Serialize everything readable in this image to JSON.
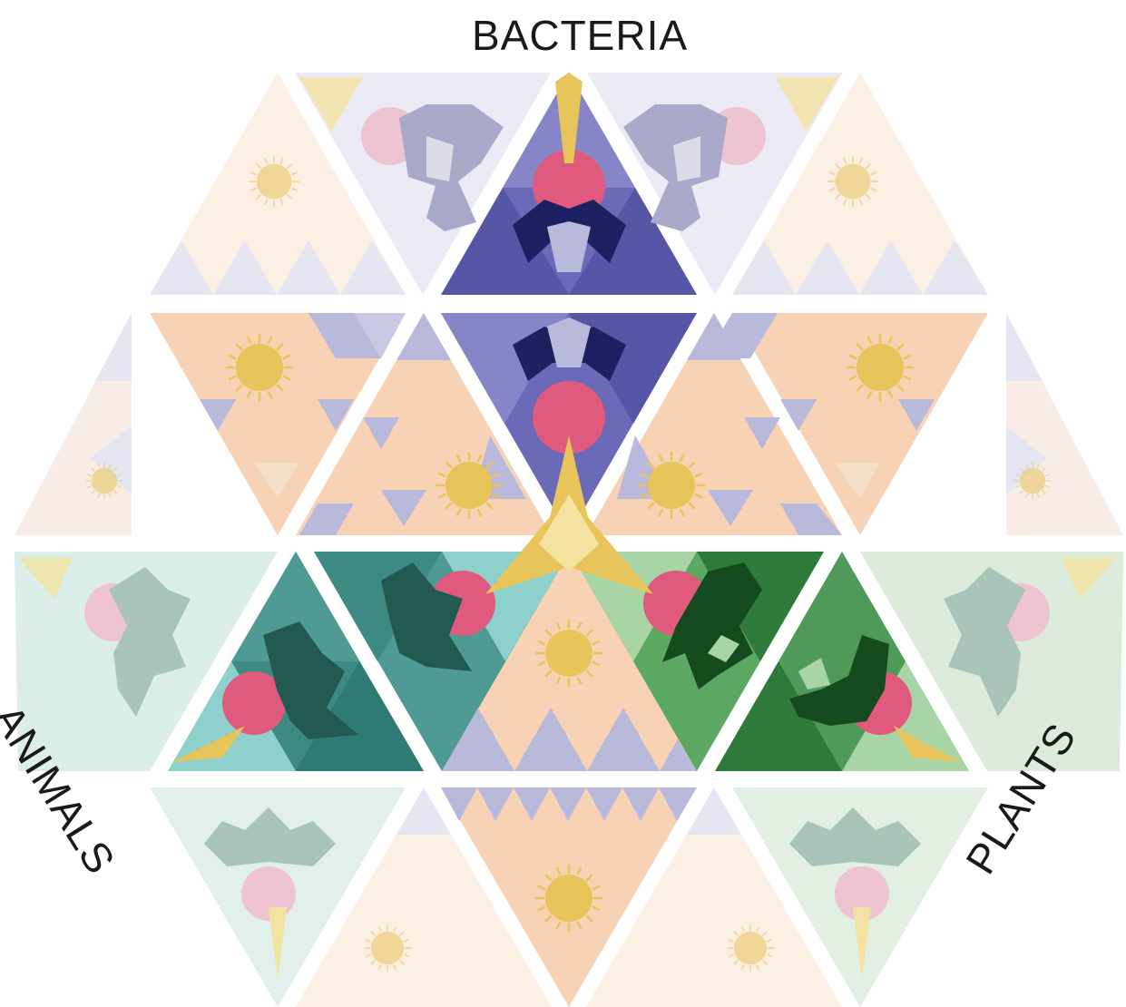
{
  "labels": {
    "top": "BACTERIA",
    "left": "ANIMALS",
    "right": "PLANTS"
  },
  "palette": {
    "background": "#ffffff",
    "gap": "#ffffff",
    "peach": "#f8d2b4",
    "peach_light": "#fcefe3",
    "lavender": "#b9b9dc",
    "lavender_light": "#e6e6f2",
    "violet": "#6a6ab8",
    "violet_mid": "#8585c8",
    "navy": "#1d2060",
    "pink": "#e05a7d",
    "pink_faded": "#efc4d2",
    "gold": "#e7c55a",
    "gold_light": "#f4e3a0",
    "teal_dark": "#2f7a72",
    "teal": "#5aa8a2",
    "teal_light": "#8ed0cc",
    "teal_faded": "#d5ebe6",
    "teal_motif": "#225a52",
    "green_dark": "#2e7a3a",
    "green": "#5aa862",
    "green_light": "#a8d4a6",
    "green_faded": "#dcebdc",
    "green_motif": "#154a1e",
    "slate_faded": "#a9a9c9",
    "sage_faded": "#a9c4b8"
  },
  "icons": [
    "sun-icon",
    "sun-icon",
    "sun-icon",
    "sun-icon",
    "sun-icon",
    "sun-icon",
    "sun-icon",
    "sun-icon",
    "sun-icon",
    "sun-icon",
    "sun-icon",
    "star-icon"
  ]
}
